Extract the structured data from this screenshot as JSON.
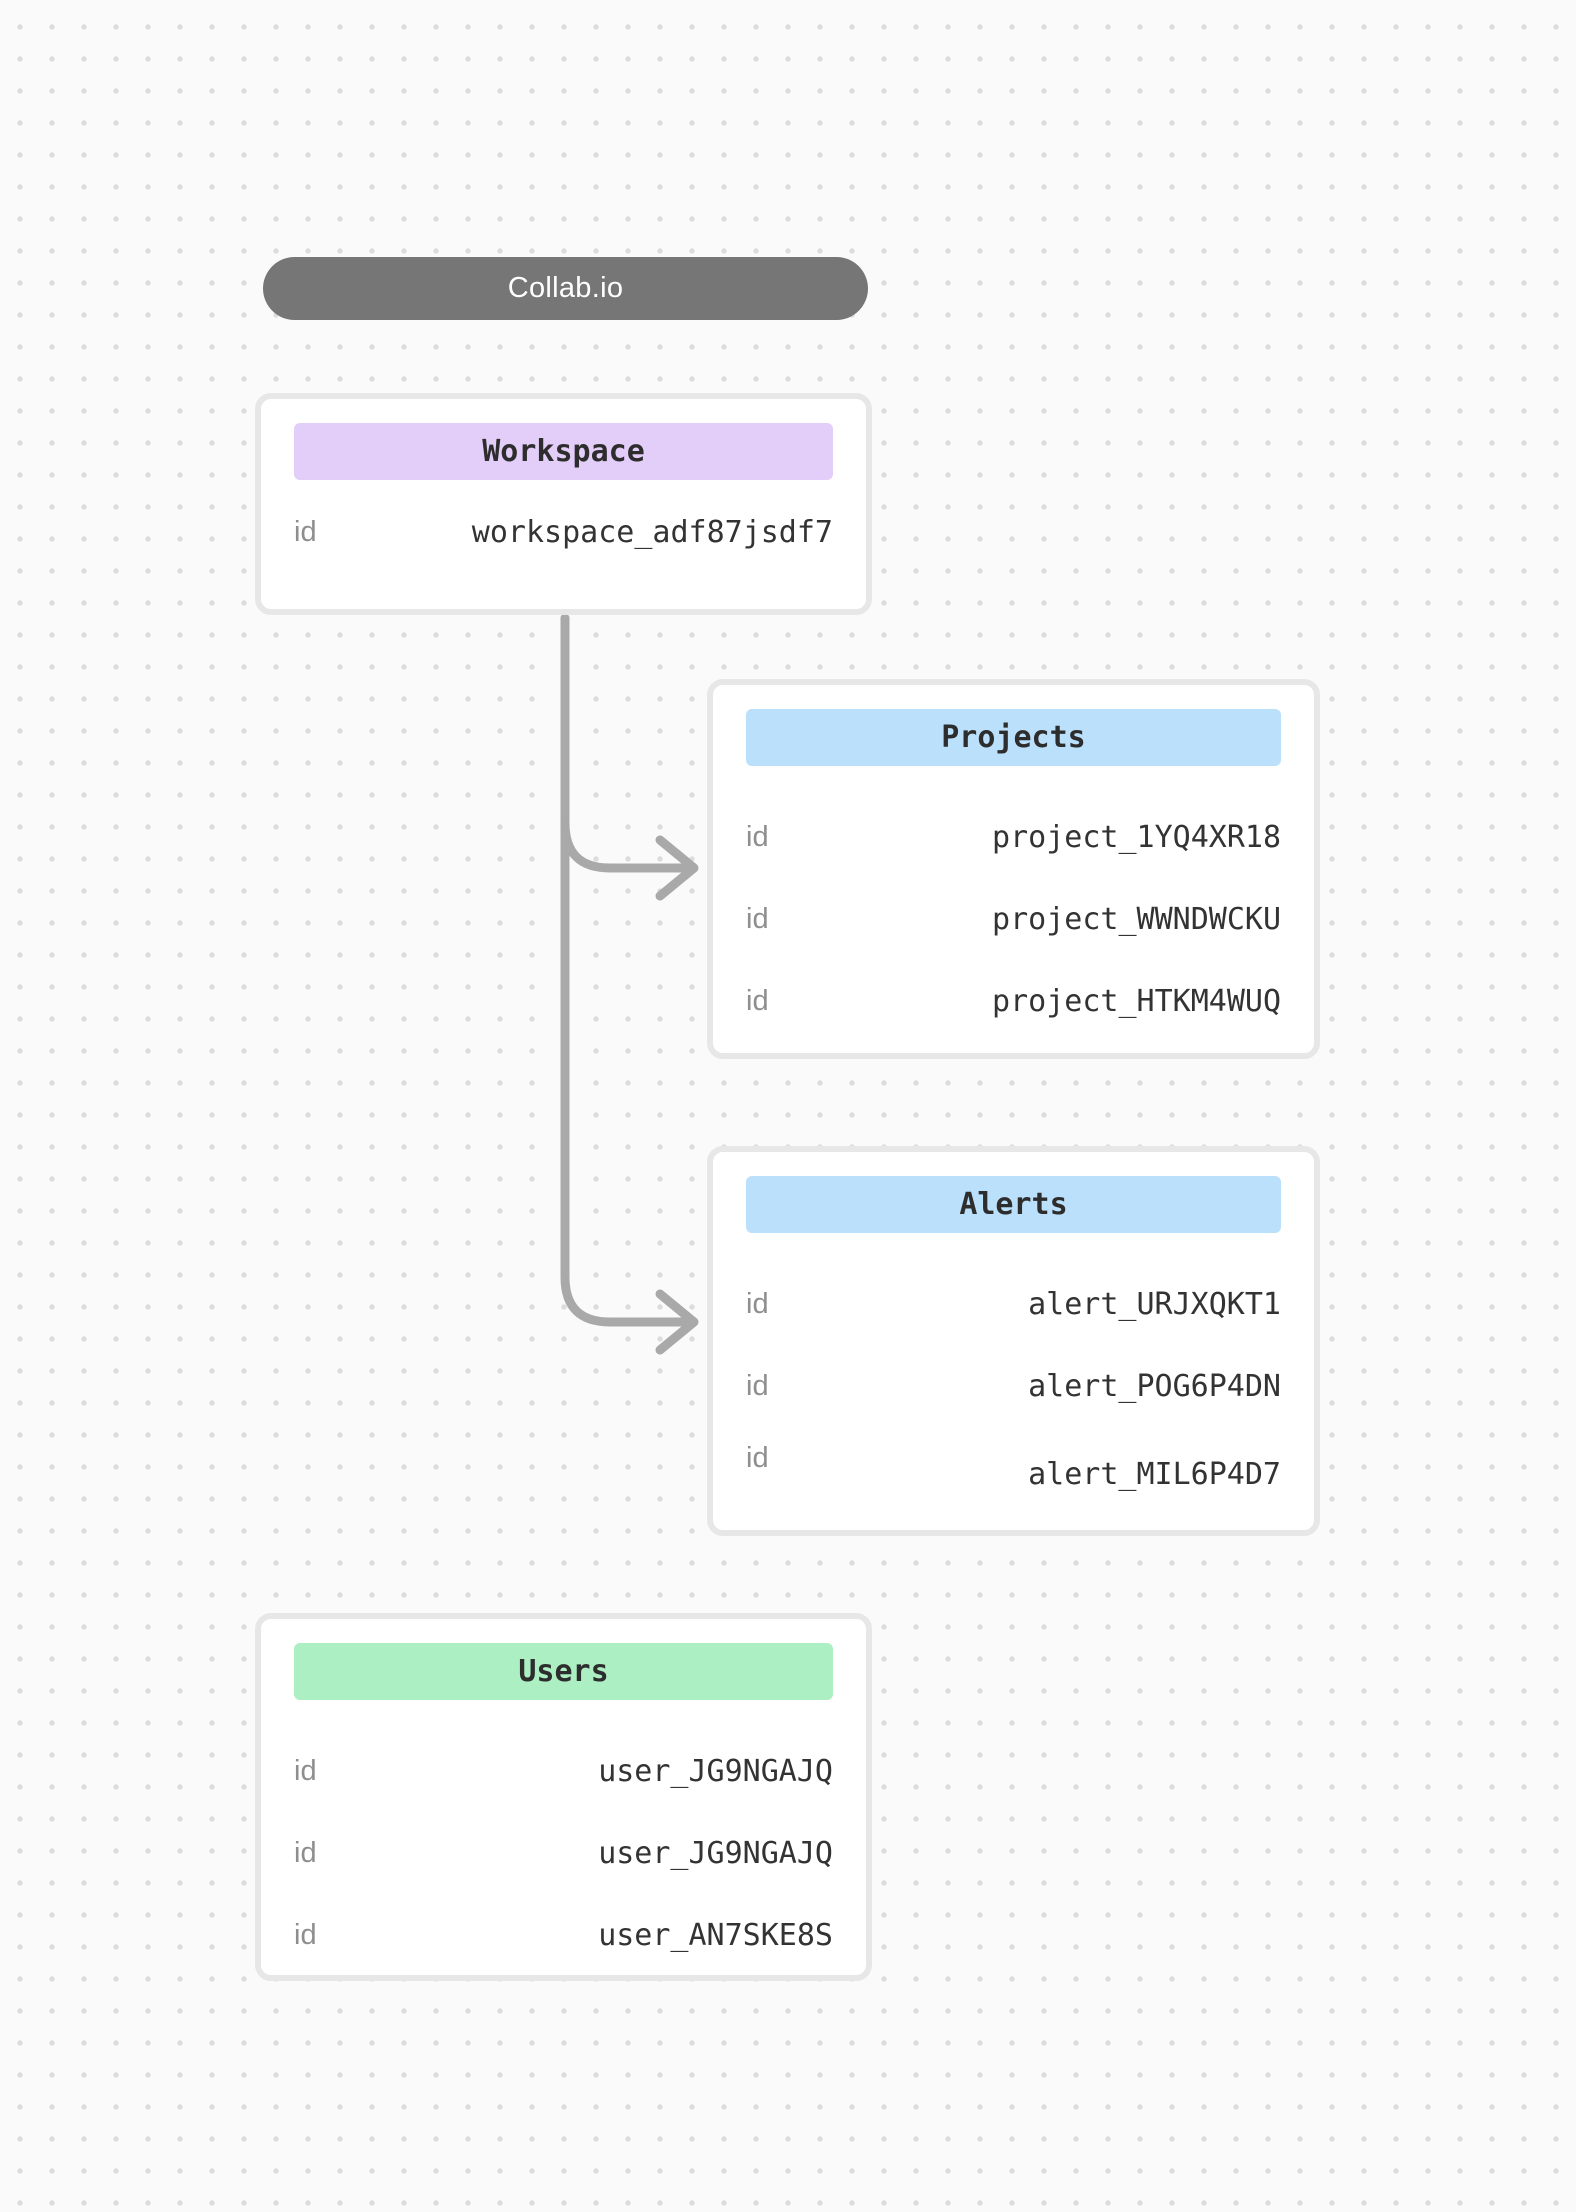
{
  "app": {
    "title": "Collab.io"
  },
  "colors": {
    "canvas_bg": "#fafafa",
    "dot_grid": "#dcdcdc",
    "title_pill_bg": "#767676",
    "title_pill_text": "#ffffff",
    "card_bg": "#ffffff",
    "card_border": "#e7e7e7",
    "connector": "#a9a9a9",
    "label_text": "#8e8e8e",
    "value_text": "#333333",
    "header_text": "#2d2d2d",
    "workspace_header_bg": "#e3cdf9",
    "projects_header_bg": "#bbe0fb",
    "alerts_header_bg": "#bbe0fb",
    "users_header_bg": "#abefc2"
  },
  "entities": {
    "workspace": {
      "title": "Workspace",
      "rows": [
        {
          "label": "id",
          "value": "workspace_adf87jsdf7"
        }
      ]
    },
    "projects": {
      "title": "Projects",
      "rows": [
        {
          "label": "id",
          "value": "project_1YQ4XR18"
        },
        {
          "label": "id",
          "value": "project_WWNDWCKU"
        },
        {
          "label": "id",
          "value": "project_HTKM4WUQ"
        }
      ]
    },
    "alerts": {
      "title": "Alerts",
      "rows": [
        {
          "label": "id",
          "value": "alert_URJXQKT1"
        },
        {
          "label": "id",
          "value": "alert_POG6P4DN"
        },
        {
          "label": "id",
          "value": "alert_MIL6P4D7"
        }
      ]
    },
    "users": {
      "title": "Users",
      "rows": [
        {
          "label": "id",
          "value": "user_JG9NGAJQ"
        },
        {
          "label": "id",
          "value": "user_JG9NGAJQ"
        },
        {
          "label": "id",
          "value": "user_AN7SKE8S"
        }
      ]
    }
  },
  "connections": [
    {
      "from": "Workspace",
      "to": "Projects"
    },
    {
      "from": "Workspace",
      "to": "Alerts"
    }
  ]
}
